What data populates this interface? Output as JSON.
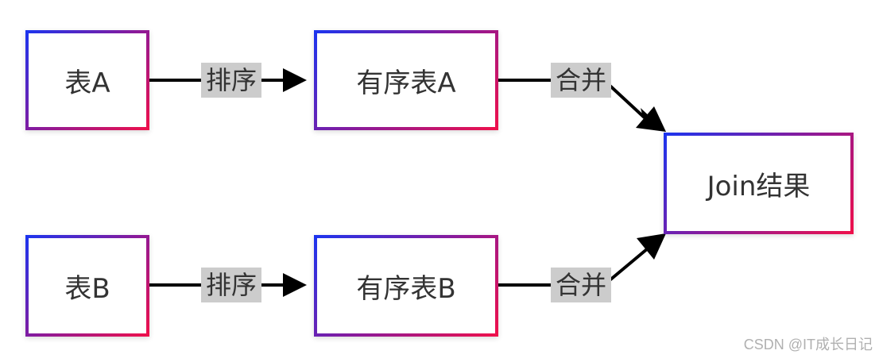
{
  "nodes": {
    "table_a": "表A",
    "sorted_a": "有序表A",
    "table_b": "表B",
    "sorted_b": "有序表B",
    "join_result": "Join结果"
  },
  "edges": {
    "sort_a": "排序",
    "sort_b": "排序",
    "merge_a": "合并",
    "merge_b": "合并"
  },
  "watermark": "CSDN @IT成长日记",
  "colors": {
    "border_start": "#1a35f0",
    "border_end": "#f0104a",
    "edge": "#000000",
    "label_bg": "#cccccc"
  }
}
